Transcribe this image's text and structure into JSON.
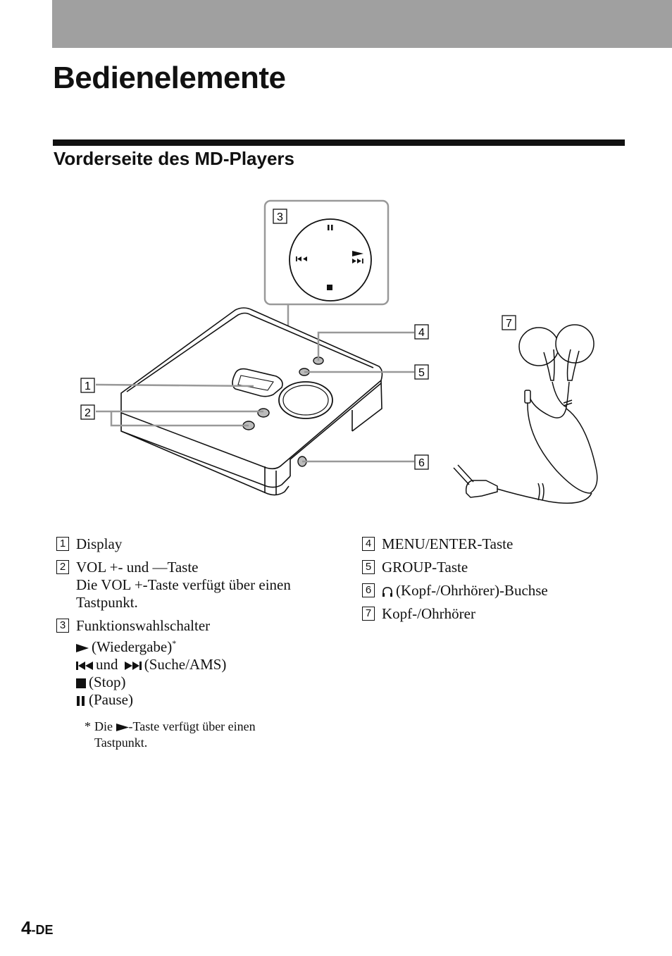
{
  "page": {
    "title": "Bedienelemente",
    "section_title": "Vorderseite des MD-Players",
    "page_number": "4",
    "page_suffix": "-DE"
  },
  "callouts": [
    "1",
    "2",
    "3",
    "4",
    "5",
    "6",
    "7"
  ],
  "legend_left": [
    {
      "num": "1",
      "text": "Display"
    },
    {
      "num": "2",
      "text": "VOL +- und —Taste",
      "detail": "Die VOL +-Taste verfügt über einen Tastpunkt."
    },
    {
      "num": "3",
      "text": "Funktionswahlschalter",
      "lines": {
        "play": "(Wiedergabe)",
        "play_mark": "*",
        "and": "und",
        "search": "(Suche/AMS)",
        "stop": "(Stop)",
        "pause": "(Pause)"
      }
    }
  ],
  "footnote": {
    "mark": "*",
    "pre": "Die",
    "post": "-Taste verfügt über einen",
    "line2": "Tastpunkt."
  },
  "legend_right": [
    {
      "num": "4",
      "text": "MENU/ENTER-Taste"
    },
    {
      "num": "5",
      "text": "GROUP-Taste"
    },
    {
      "num": "6",
      "text": "(Kopf-/Ohrhörer)-Buchse"
    },
    {
      "num": "7",
      "text": "Kopf-/Ohrhörer"
    }
  ],
  "icons": [
    "play-icon",
    "prev-track-icon",
    "next-track-icon",
    "stop-icon",
    "pause-icon",
    "headphone-icon"
  ]
}
